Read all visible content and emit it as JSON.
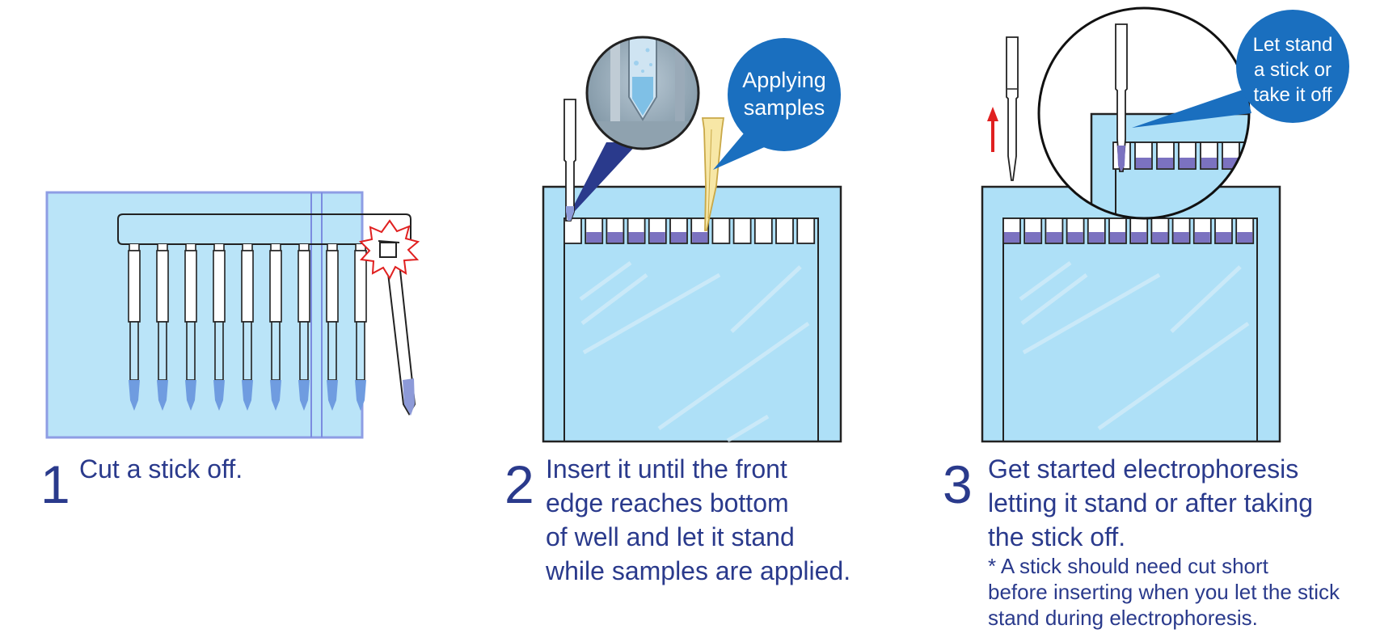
{
  "steps": [
    {
      "number": "1",
      "lines": [
        "Cut a stick off."
      ]
    },
    {
      "number": "2",
      "lines": [
        "Insert it until the front",
        "edge reaches bottom",
        "of well and let it stand",
        "while samples are applied."
      ]
    },
    {
      "number": "3",
      "lines": [
        "Get started electrophoresis",
        "letting it stand or after taking",
        "the stick off."
      ],
      "note": [
        "* A stick should need cut short",
        "before inserting when you let the stick",
        "stand during electrophoresis."
      ]
    }
  ],
  "bubbles": {
    "applying": [
      "Applying",
      "samples"
    ],
    "let_stand": [
      "Let stand",
      "a stick or",
      "take it off"
    ]
  },
  "colors": {
    "text": "#2a3a8c",
    "gel": "#aee0f7",
    "gel_outline": "#222222",
    "bubble": "#1a6fbf",
    "sample": "#7b72c0",
    "tip": "#6f9ce0",
    "arrow": "#e02020",
    "pipette_tip": "#f7e7a6"
  }
}
